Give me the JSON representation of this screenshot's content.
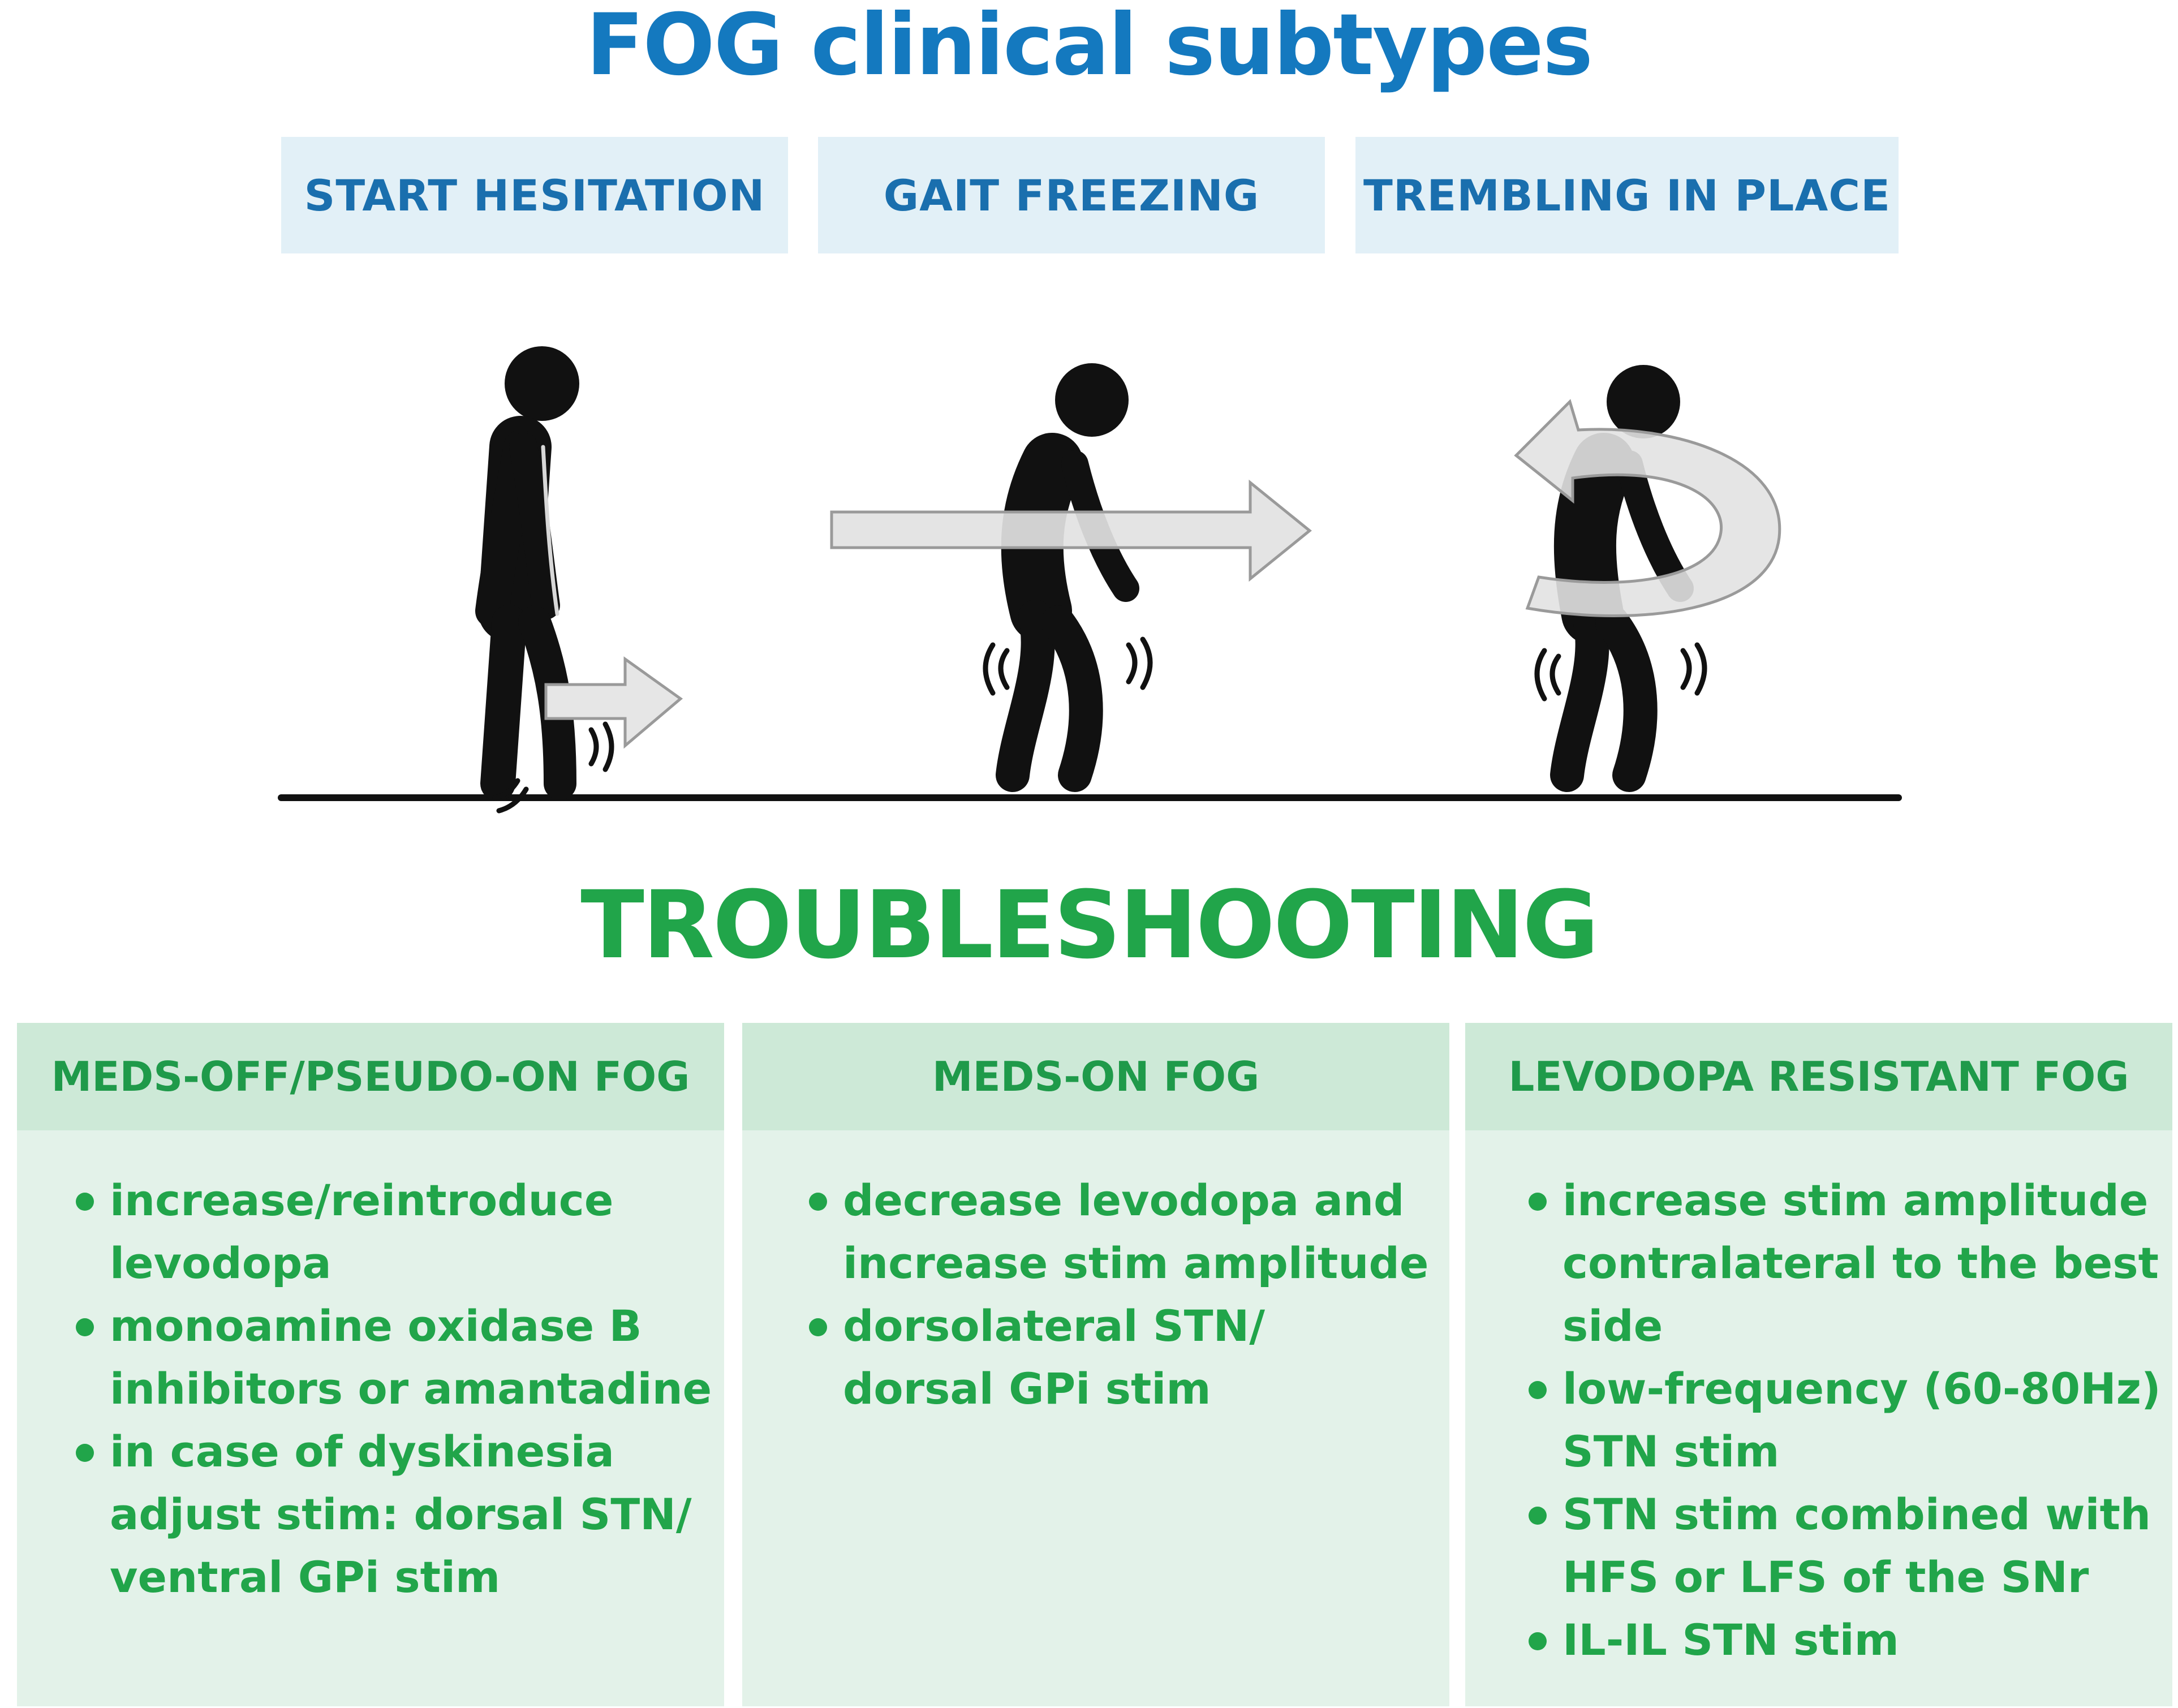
{
  "title": "FOG clinical subtypes",
  "subtypes": [
    {
      "label": "START HESITATION"
    },
    {
      "label": "GAIT FREEZING"
    },
    {
      "label": "TREMBLING IN PLACE"
    }
  ],
  "troubleshooting_title": "TROUBLESHOOTING",
  "panels": [
    {
      "header": "MEDS-OFF/PSEUDO-ON FOG",
      "lines": [
        "increase/reintroduce",
        "levodopa",
        "monoamine oxidase B",
        "inhibitors or amantadine",
        "in case of dyskinesia",
        "adjust stim: dorsal STN/",
        "ventral GPi stim"
      ],
      "bullets_at": [
        0,
        2,
        4
      ]
    },
    {
      "header": "MEDS-ON FOG",
      "lines": [
        "decrease levodopa and",
        "increase stim amplitude",
        "dorsolateral STN/",
        "dorsal GPi stim"
      ],
      "bullets_at": [
        0,
        2
      ]
    },
    {
      "header": "LEVODOPA RESISTANT FOG",
      "lines": [
        "increase stim amplitude",
        "contralateral to the best",
        "side",
        "low-frequency (60-80Hz)",
        "STN stim",
        "STN stim combined with",
        "HFS or LFS of the SNr",
        "IL-IL STN stim"
      ],
      "bullets_at": [
        0,
        3,
        5,
        7
      ]
    }
  ]
}
